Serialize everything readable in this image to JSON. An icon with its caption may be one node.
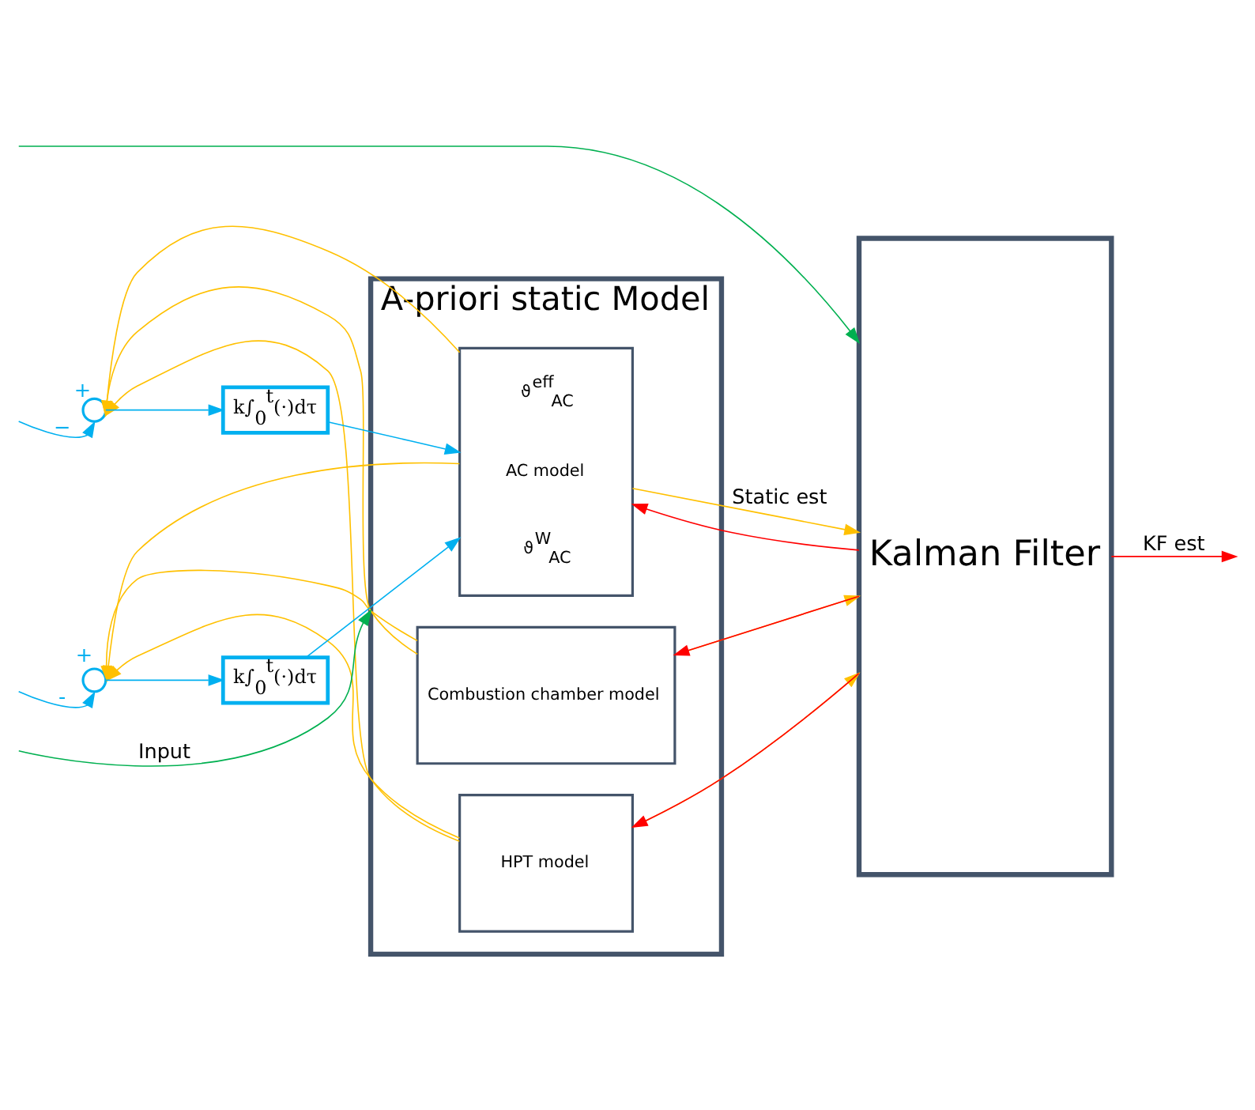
{
  "diagram": {
    "nodes": [
      {
        "text": [
          "A-priori static Model"
        ]
      },
      {
        "text": [
          "ϑ$^{eff}$$_{AC}$",
          "AC model",
          "ϑ$^{W}$$_{AC}$"
        ],
        "in": 0
      },
      {
        "text": [
          "Combustion chamber model"
        ],
        "in": 0
      },
      {
        "text": [
          "HPT model"
        ],
        "in": 0
      },
      {
        "text": [
          "Kalman Filter"
        ]
      },
      {
        "text": [],
        "shape": "circle",
        "beside": [
          "+",
          "−"
        ]
      },
      {
        "text": [
          "k∫$_{0}$$^{t}$(·)dτ"
        ]
      },
      {
        "text": [],
        "shape": "circle",
        "beside": [
          "+",
          "-"
        ]
      },
      {
        "text": [
          "k∫$_{0}$$^{t}$(·)dτ"
        ]
      }
    ],
    "edges": [
      {
        "from": null,
        "to": 5,
        "arrow": "to",
        "color": "#00b0f0"
      },
      {
        "from": 5,
        "to": 6,
        "arrow": "to",
        "color": "#00b0f0"
      },
      {
        "from": 6,
        "to": 1,
        "arrow": "to",
        "color": "#00b0f0"
      },
      {
        "from": null,
        "to": 7,
        "arrow": "to",
        "color": "#00b0f0"
      },
      {
        "from": 7,
        "to": 8,
        "arrow": "to",
        "color": "#00b0f0"
      },
      {
        "from": 8,
        "to": 1,
        "arrow": "to",
        "color": "#00b0f0"
      },
      {
        "from": 1,
        "to": 4,
        "arrow": "to",
        "label": "Static est"
      },
      {
        "from": 2,
        "to": 4,
        "arrow": "to"
      },
      {
        "from": 3,
        "to": 4,
        "arrow": "to"
      },
      {
        "from": 1,
        "to": 5,
        "arrow": "to"
      },
      {
        "from": 2,
        "to": 5,
        "arrow": "to"
      },
      {
        "from": 3,
        "to": 5,
        "arrow": "to"
      },
      {
        "from": 1,
        "to": 7,
        "arrow": "to"
      },
      {
        "from": 2,
        "to": 7,
        "arrow": "to"
      },
      {
        "from": 3,
        "to": 7,
        "arrow": "to"
      },
      {
        "from": null,
        "to": 0,
        "arrow": "to",
        "label": "Input",
        "color": "#00b050"
      },
      {
        "from": null,
        "to": 4,
        "arrow": "to",
        "color": "#00b050"
      },
      {
        "from": 4,
        "to": null,
        "arrow": "to",
        "label": "KF est",
        "color": "#ff0000"
      },
      {
        "from": 4,
        "to": 1,
        "arrow": "to",
        "color": "#ff0000"
      },
      {
        "from": 4,
        "to": 2,
        "arrow": "to",
        "color": "#ff0000"
      },
      {
        "from": 4,
        "to": 3,
        "arrow": "to",
        "color": "#ff0000"
      }
    ]
  }
}
